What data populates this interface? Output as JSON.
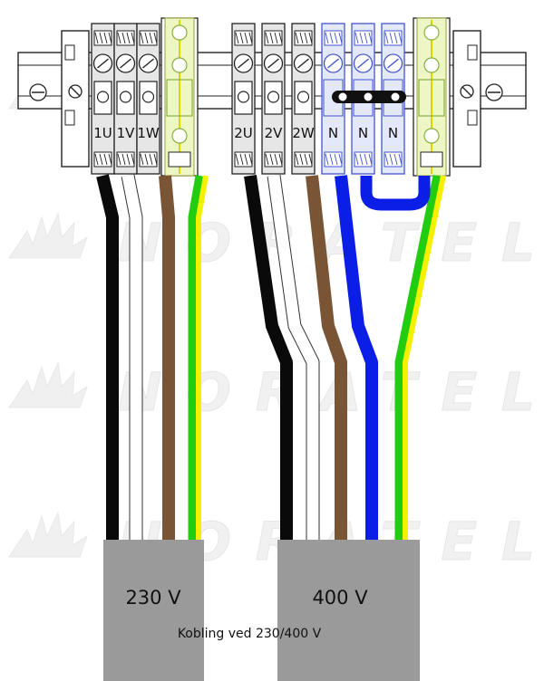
{
  "watermark": {
    "brand": "NORATEL",
    "color": "#f1f1f1"
  },
  "block_left": {
    "terminals": [
      "1U",
      "1V",
      "1W"
    ],
    "voltage": "230 V"
  },
  "block_right": {
    "terminals": [
      "2U",
      "2V",
      "2W",
      "N",
      "N",
      "N"
    ],
    "voltage": "400 V"
  },
  "caption": "Kobling ved 230/400 V",
  "colors": {
    "black": "#0a0a0a",
    "white": "#ffffff",
    "brown": "#7a5535",
    "blue": "#0a1ee6",
    "green": "#22cc11",
    "yellow": "#f5f000",
    "cable_sheath": "#9a9a9a",
    "terminal_body": "#e6e6e6",
    "neutral_terminal": "#e4e8fb",
    "earth_terminal": "#eef7c4"
  }
}
